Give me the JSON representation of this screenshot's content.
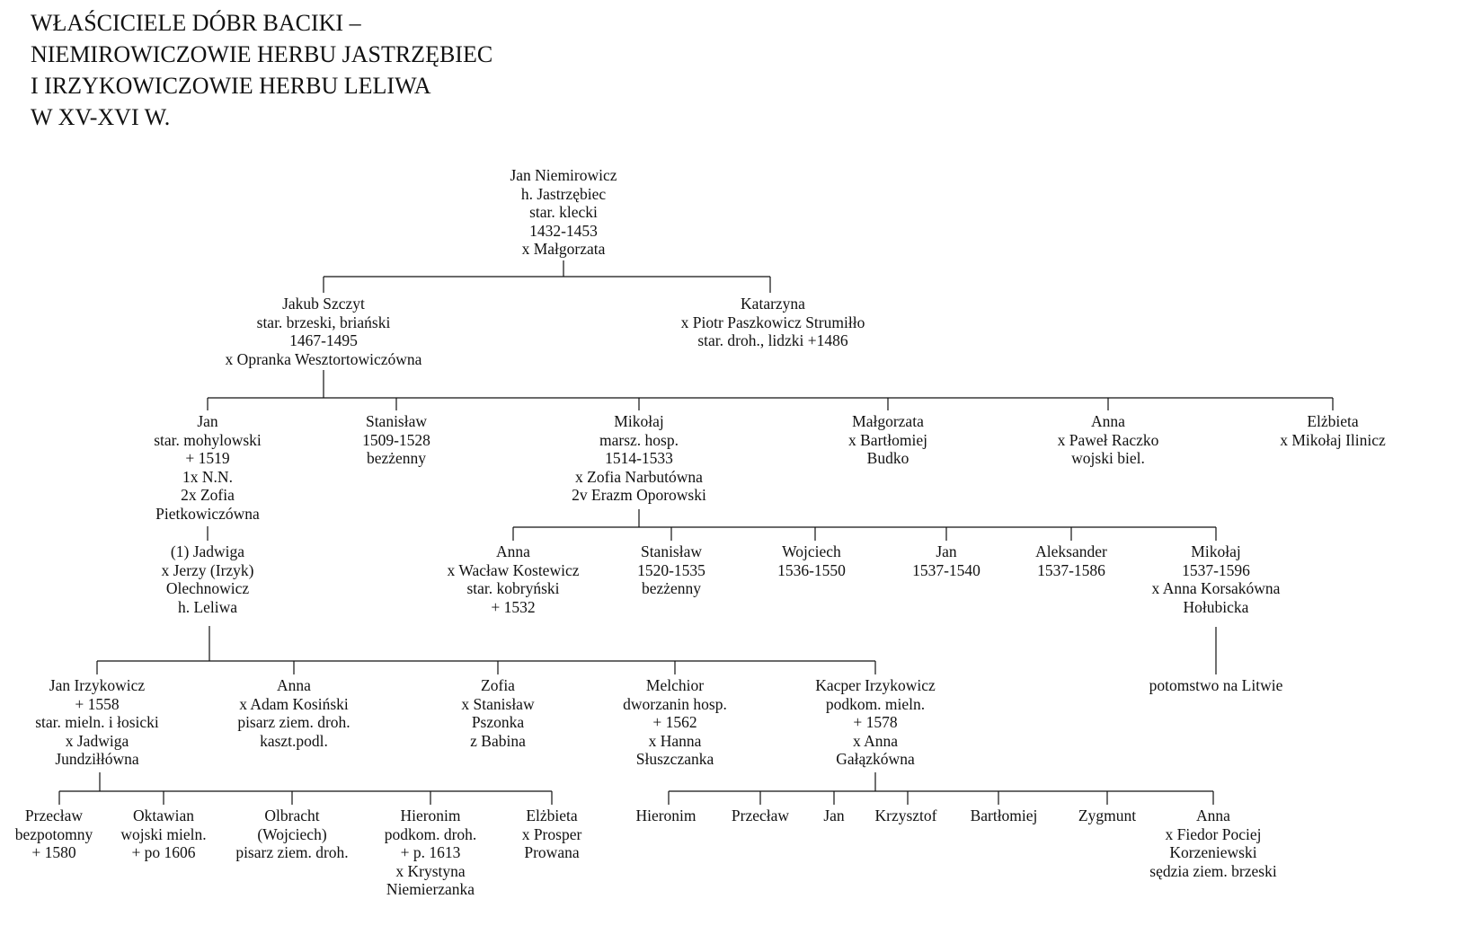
{
  "title": [
    "WŁAŚCICIELE DÓBR BACIKI –",
    "NIEMIROWICZOWIE HERBU JASTRZĘBIEC",
    "I IRZYKOWICZOWIE HERBU LELIWA",
    "W XV-XVI W."
  ],
  "people": [
    {
      "id": "jan-niemirowicz",
      "lines": [
        "Jan Niemirowicz",
        "h. Jastrzębiec",
        "star. klecki",
        "1432-1453",
        "x Małgorzata"
      ]
    },
    {
      "id": "jakub-szczyt",
      "lines": [
        "Jakub Szczyt",
        "star. brzeski, briański",
        "1467-1495",
        "x Opranka Wesztortowiczówna"
      ]
    },
    {
      "id": "katarzyna",
      "lines": [
        "Katarzyna",
        "x Piotr Paszkowicz Strumiłło",
        "star. droh., lidzki +1486"
      ]
    },
    {
      "id": "jan-mohylowski",
      "lines": [
        "Jan",
        "star. mohylowski",
        "+ 1519",
        "1x N.N.",
        "2x Zofia",
        "Pietkowiczówna"
      ]
    },
    {
      "id": "stanislaw-1509",
      "lines": [
        "Stanisław",
        "1509-1528",
        "bezżenny"
      ]
    },
    {
      "id": "mikolaj-marsz",
      "lines": [
        "Mikołaj",
        "marsz. hosp.",
        "1514-1533",
        "x Zofia Narbutówna",
        "2v Erazm Oporowski"
      ]
    },
    {
      "id": "malgorzata-budko",
      "lines": [
        "Małgorzata",
        "x Bartłomiej",
        "Budko"
      ]
    },
    {
      "id": "anna-raczko",
      "lines": [
        "Anna",
        "x Paweł Raczko",
        "wojski biel."
      ]
    },
    {
      "id": "elzbieta-ilinicz",
      "lines": [
        "Elżbieta",
        "x Mikołaj Ilinicz"
      ]
    },
    {
      "id": "jadwiga",
      "lines": [
        "(1) Jadwiga",
        "x Jerzy (Irzyk)",
        "Olechnowicz",
        "h. Leliwa"
      ]
    },
    {
      "id": "anna-kostewicz",
      "lines": [
        "Anna",
        "x Wacław Kostewicz",
        "star. kobryński",
        "+ 1532"
      ]
    },
    {
      "id": "stanislaw-1520",
      "lines": [
        "Stanisław",
        "1520-1535",
        "bezżenny"
      ]
    },
    {
      "id": "wojciech-1536",
      "lines": [
        "Wojciech",
        "1536-1550"
      ]
    },
    {
      "id": "jan-1537",
      "lines": [
        "Jan",
        "1537-1540"
      ]
    },
    {
      "id": "aleksander",
      "lines": [
        "Aleksander",
        "1537-1586"
      ]
    },
    {
      "id": "mikolaj-1537",
      "lines": [
        "Mikołaj",
        "1537-1596",
        "x Anna Korsakówna",
        "Hołubicka"
      ]
    },
    {
      "id": "jan-irzykowicz",
      "lines": [
        "Jan Irzykowicz",
        "+ 1558",
        "star. mieln. i łosicki",
        "x Jadwiga",
        "Jundziłłówna"
      ]
    },
    {
      "id": "anna-kosinski",
      "lines": [
        "Anna",
        "x Adam Kosiński",
        "pisarz ziem. droh.",
        "kaszt.podl."
      ]
    },
    {
      "id": "zofia-pszonka",
      "lines": [
        "Zofia",
        "x Stanisław",
        "Pszonka",
        "z Babina"
      ]
    },
    {
      "id": "melchior",
      "lines": [
        "Melchior",
        "dworzanin hosp.",
        "+ 1562",
        "x Hanna",
        "Słuszczanka"
      ]
    },
    {
      "id": "kacper-irzykowicz",
      "lines": [
        "Kacper Irzykowicz",
        "podkom. mieln.",
        "+ 1578",
        "x Anna",
        "Gałązkówna"
      ]
    },
    {
      "id": "potomstwo",
      "lines": [
        "potomstwo na Litwie"
      ]
    },
    {
      "id": "przeclaw-1580",
      "lines": [
        "Przecław",
        "bezpotomny",
        "+ 1580"
      ]
    },
    {
      "id": "oktawian",
      "lines": [
        "Oktawian",
        "wojski mieln.",
        "+ po 1606"
      ]
    },
    {
      "id": "olbracht",
      "lines": [
        "Olbracht",
        "(Wojciech)",
        "pisarz ziem. droh."
      ]
    },
    {
      "id": "hieronim-1613",
      "lines": [
        "Hieronim",
        "podkom. droh.",
        "+ p. 1613",
        "x Krystyna",
        "Niemierzanka"
      ]
    },
    {
      "id": "elzbieta-prowana",
      "lines": [
        "Elżbieta",
        "x Prosper",
        "Prowana"
      ]
    },
    {
      "id": "hieronim-k",
      "lines": [
        "Hieronim"
      ]
    },
    {
      "id": "przeclaw-k",
      "lines": [
        "Przecław"
      ]
    },
    {
      "id": "jan-k",
      "lines": [
        "Jan"
      ]
    },
    {
      "id": "krzysztof",
      "lines": [
        "Krzysztof"
      ]
    },
    {
      "id": "bartlomiej",
      "lines": [
        "Bartłomiej"
      ]
    },
    {
      "id": "zygmunt",
      "lines": [
        "Zygmunt"
      ]
    },
    {
      "id": "anna-korzeniewski",
      "lines": [
        "Anna",
        "x Fiedor Pociej",
        "Korzeniewski",
        "sędzia ziem. brzeski"
      ]
    }
  ],
  "families": [
    {
      "parent": "jan-niemirowicz",
      "children": [
        "jakub-szczyt",
        "katarzyna"
      ]
    },
    {
      "parent": "jakub-szczyt",
      "children": [
        "jan-mohylowski",
        "stanislaw-1509",
        "mikolaj-marsz",
        "malgorzata-budko",
        "anna-raczko",
        "elzbieta-ilinicz"
      ]
    },
    {
      "parent": "jan-mohylowski",
      "children": [
        "jadwiga"
      ]
    },
    {
      "parent": "mikolaj-marsz",
      "children": [
        "anna-kostewicz",
        "stanislaw-1520",
        "wojciech-1536",
        "jan-1537",
        "aleksander",
        "mikolaj-1537"
      ]
    },
    {
      "parent": "jadwiga",
      "children": [
        "jan-irzykowicz",
        "anna-kosinski",
        "zofia-pszonka",
        "melchior",
        "kacper-irzykowicz"
      ]
    },
    {
      "parent": "mikolaj-1537",
      "children": [
        "potomstwo"
      ]
    },
    {
      "parent": "jan-irzykowicz",
      "children": [
        "przeclaw-1580",
        "oktawian",
        "olbracht",
        "hieronim-1613",
        "elzbieta-prowana"
      ]
    },
    {
      "parent": "kacper-irzykowicz",
      "children": [
        "hieronim-k",
        "przeclaw-k",
        "jan-k",
        "krzysztof",
        "bartlomiej",
        "zygmunt",
        "anna-korzeniewski"
      ]
    }
  ]
}
